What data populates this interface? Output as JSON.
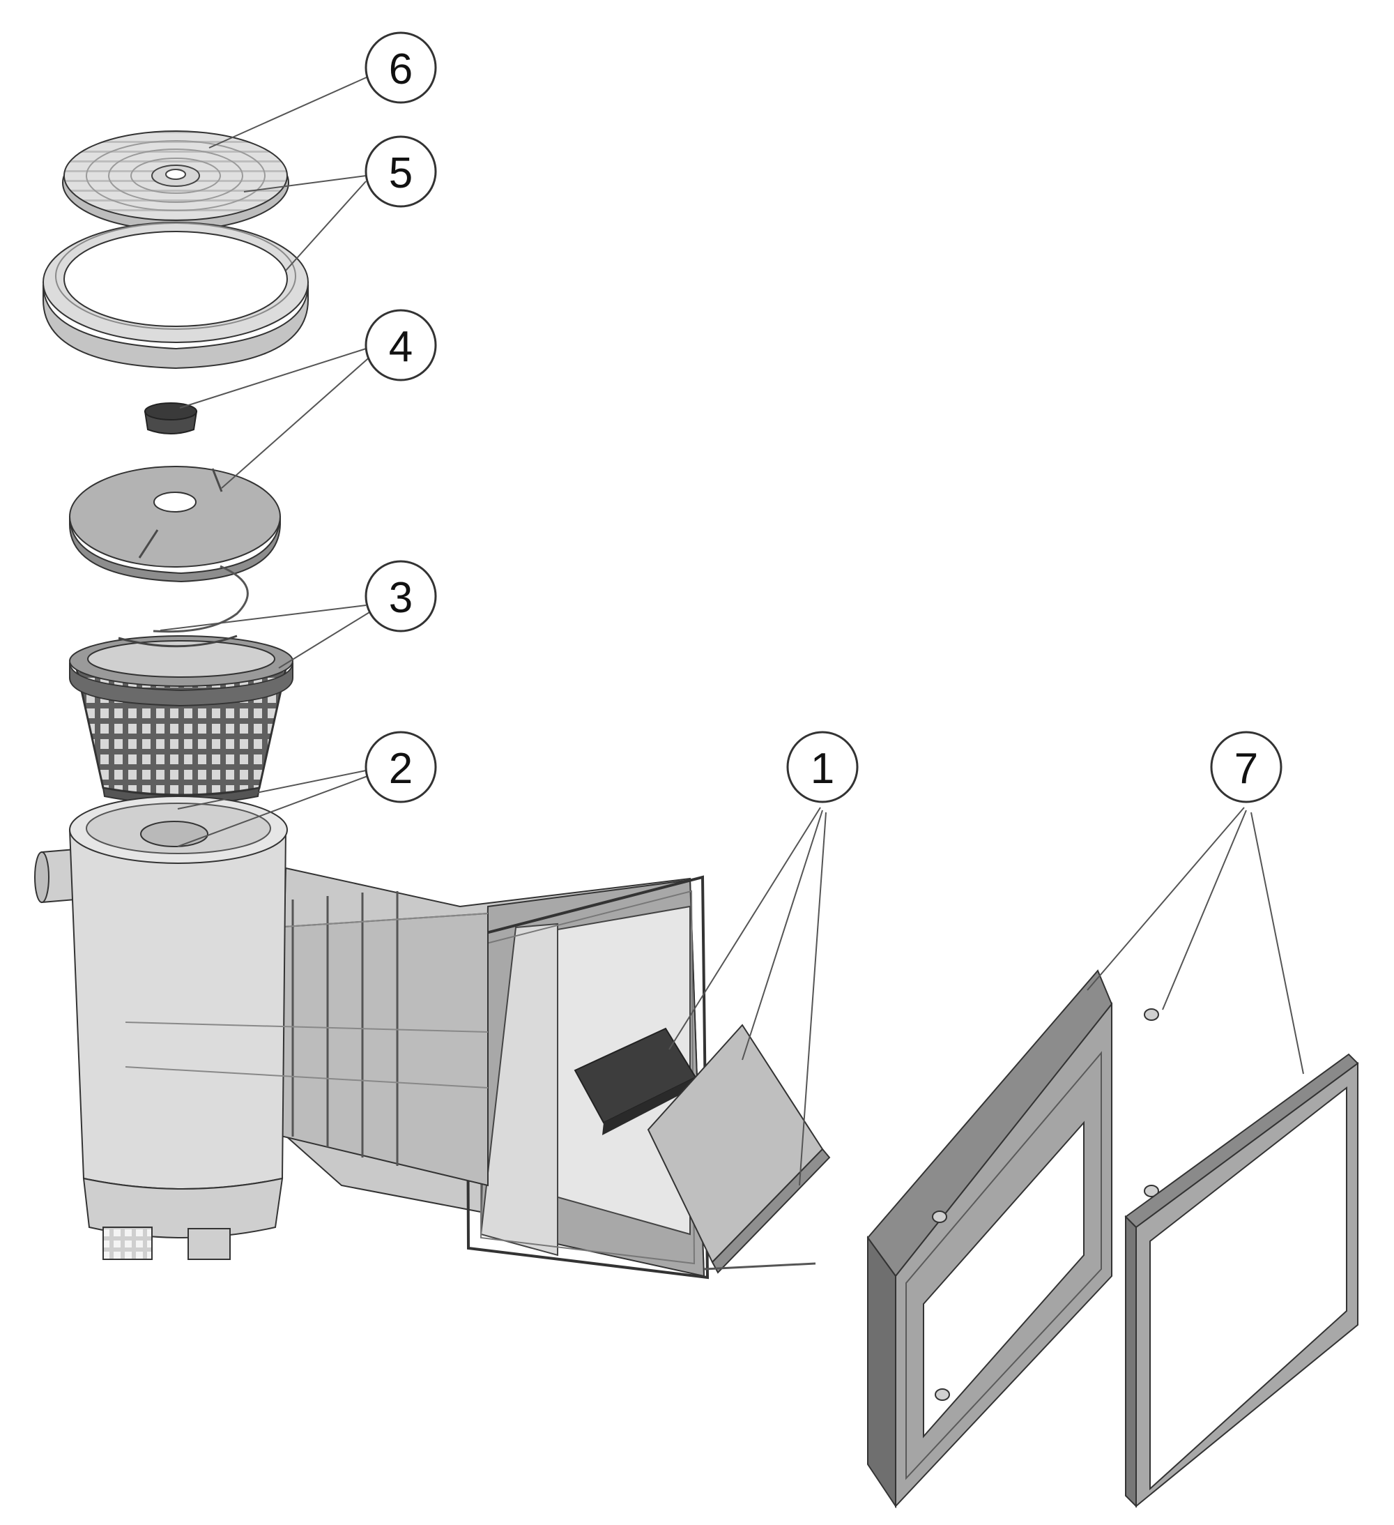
{
  "diagram": {
    "type": "exploded-parts-drawing",
    "palette": {
      "line": "#2e2e2e",
      "part_light": "#d7d7d7",
      "part_mid": "#b4b4b4",
      "part_dark": "#6d6d6d",
      "part_black": "#3a3a3a",
      "background": "#ffffff"
    },
    "callouts": [
      {
        "id": "c6",
        "label": "6"
      },
      {
        "id": "c5",
        "label": "5"
      },
      {
        "id": "c4",
        "label": "4"
      },
      {
        "id": "c3",
        "label": "3"
      },
      {
        "id": "c2",
        "label": "2"
      },
      {
        "id": "c1",
        "label": "1"
      },
      {
        "id": "c7",
        "label": "7"
      }
    ]
  }
}
